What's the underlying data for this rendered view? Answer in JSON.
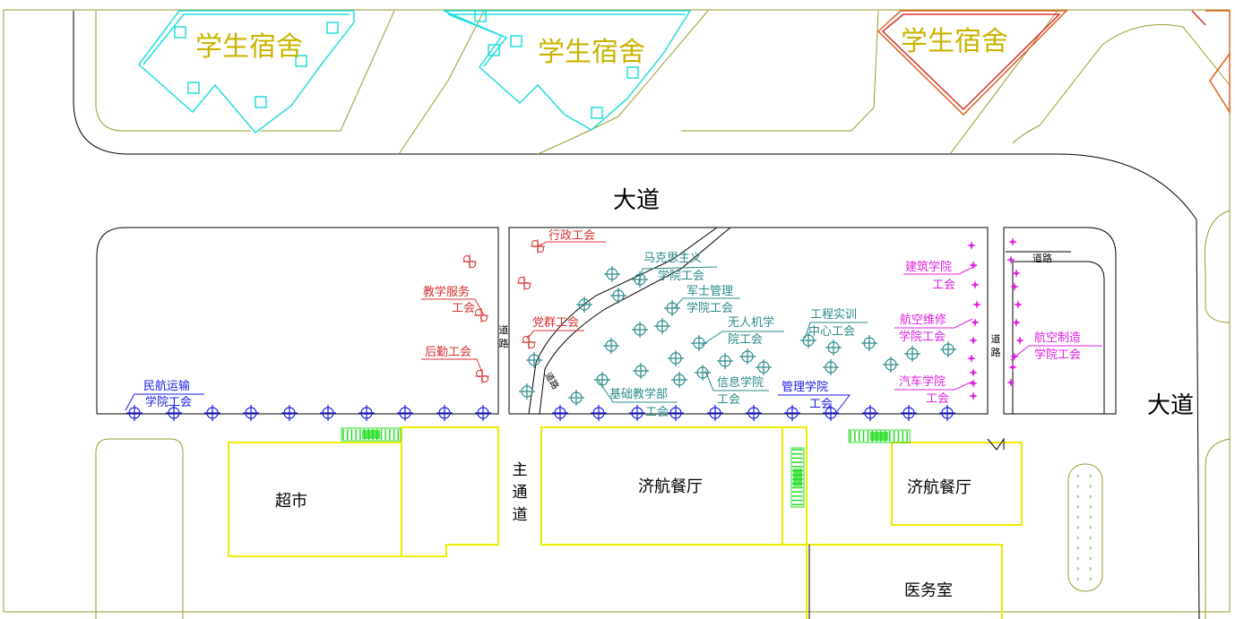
{
  "map": {
    "dorms": [
      "学生宿舍",
      "学生宿舍",
      "学生宿舍"
    ],
    "avenue_labels": [
      "大道",
      "大道"
    ],
    "main_passage": [
      "主",
      "通",
      "道"
    ],
    "road_label_chars": [
      "道",
      "路"
    ],
    "small_road_label": "道路",
    "diag_road_label": "道路",
    "buildings": {
      "supermarket": "超市",
      "canteen_1": "济航餐厅",
      "canteen_2": "济航餐厅",
      "clinic": "医务室"
    },
    "unions": {
      "civil_aviation": [
        "民航运输",
        "学院工会"
      ],
      "admin": [
        "行政工会"
      ],
      "teaching_service": [
        "教学服务",
        "工会"
      ],
      "party": [
        "党群工会"
      ],
      "logistics": [
        "后勤工会"
      ],
      "marxism": [
        "马克思主义",
        "学院工会"
      ],
      "nco": [
        "军士管理",
        "学院工会"
      ],
      "uav": [
        "无人机学",
        "院工会"
      ],
      "info": [
        "信息学院",
        "工会"
      ],
      "basic": [
        "基础教学部",
        "工会"
      ],
      "management": [
        "管理学院",
        "工会"
      ],
      "engineering": [
        "工程实训",
        "中心工会"
      ],
      "architecture": [
        "建筑学院",
        "工会"
      ],
      "aviation_maint": [
        "航空维修",
        "学院工会"
      ],
      "aviation_mfg": [
        "航空制造",
        "学院工会"
      ],
      "auto": [
        "汽车学院",
        "工会"
      ]
    },
    "colors": {
      "blue": "#1a1ae6",
      "red": "#d93030",
      "teal": "#2a8a8a",
      "magenta": "#e020e0",
      "yellow": "#ecec00",
      "green": "#22dd22",
      "olive": "#9a9a30",
      "cyan": "#22dede",
      "orange": "#e0601a",
      "dorm_text": "#c8b400"
    }
  }
}
